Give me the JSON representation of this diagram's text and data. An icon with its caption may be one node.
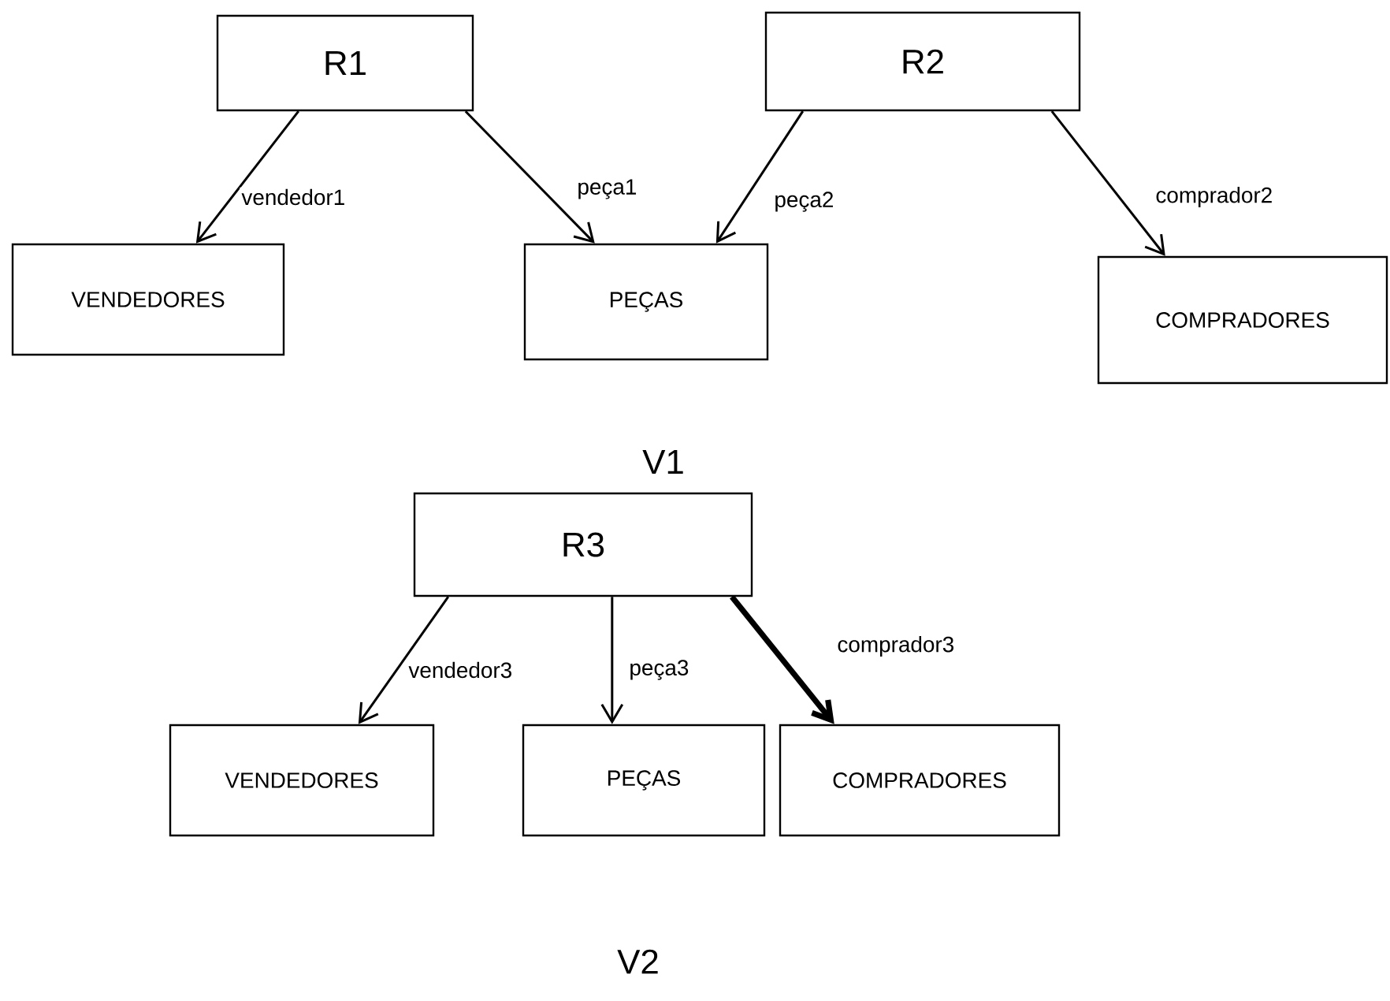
{
  "diagram": {
    "nodes": [
      {
        "text": [
          "R1"
        ]
      },
      {
        "text": [
          "R2"
        ]
      },
      {
        "text": [
          "VENDEDORES"
        ]
      },
      {
        "text": [
          "PEÇAS"
        ]
      },
      {
        "text": [
          "COMPRADORES"
        ]
      },
      {
        "text": [
          "R3"
        ]
      },
      {
        "text": [
          "VENDEDORES"
        ]
      },
      {
        "text": [
          "PEÇAS"
        ]
      },
      {
        "text": [
          "COMPRADORES"
        ]
      }
    ],
    "edges": [
      {
        "from": 0,
        "to": 2,
        "arrow": "to",
        "label": "vendedor1"
      },
      {
        "from": 0,
        "to": 3,
        "arrow": "to",
        "label": "peça1"
      },
      {
        "from": 1,
        "to": 3,
        "arrow": "to",
        "label": "peça2"
      },
      {
        "from": 1,
        "to": 4,
        "arrow": "to",
        "label": "comprador2"
      },
      {
        "from": 5,
        "to": 6,
        "arrow": "to",
        "label": "vendedor3"
      },
      {
        "from": 5,
        "to": 7,
        "arrow": "to",
        "label": "peça3"
      },
      {
        "from": 5,
        "to": 8,
        "arrow": "to",
        "label": "comprador3",
        "style": "thick"
      }
    ],
    "labels": [
      "V1",
      "V2"
    ]
  }
}
